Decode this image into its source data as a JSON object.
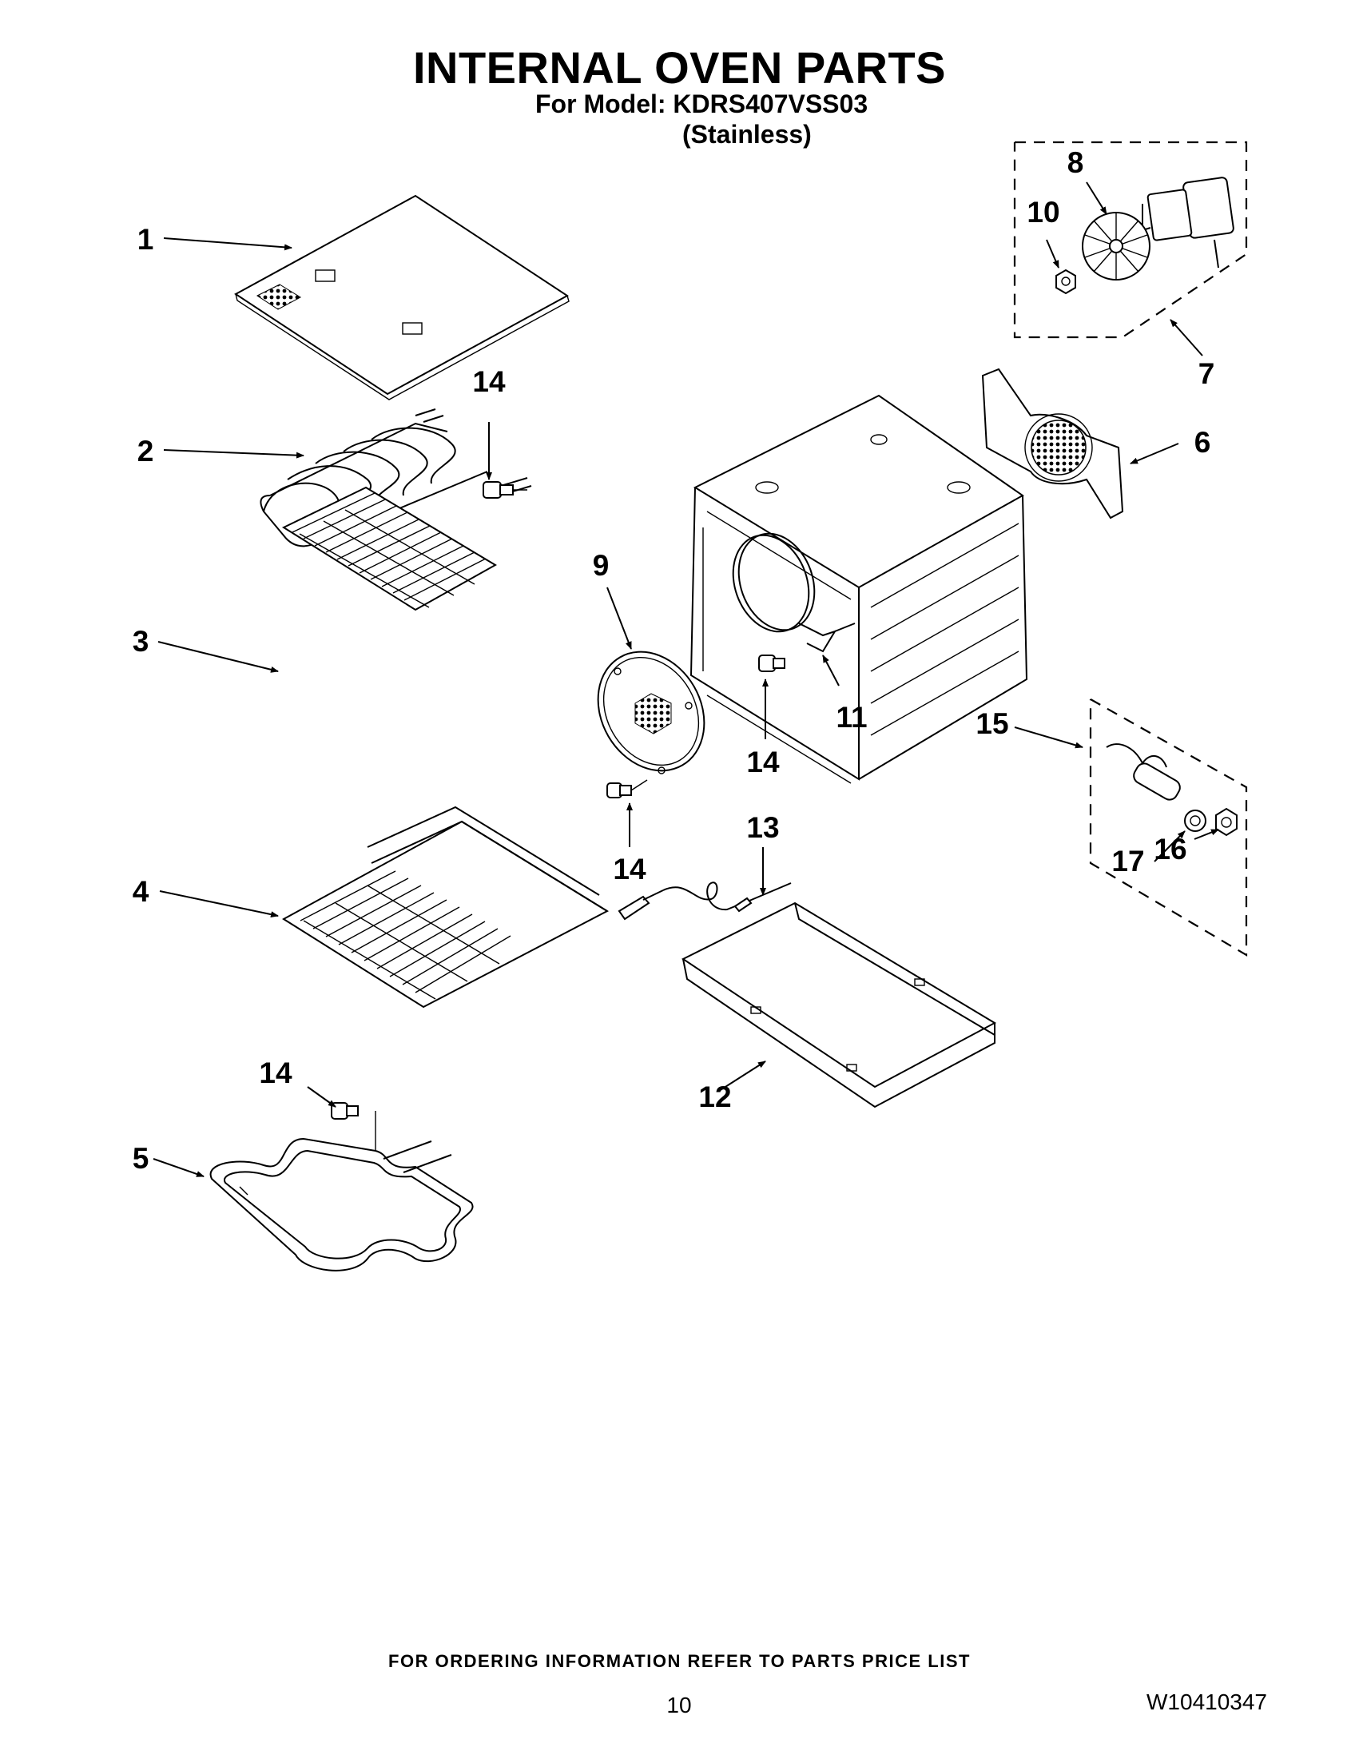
{
  "header": {
    "title": "INTERNAL OVEN PARTS",
    "model_line": "For Model: KDRS407VSS03",
    "variant": "(Stainless)"
  },
  "callouts": [
    "1",
    "2",
    "3",
    "4",
    "5",
    "6",
    "7",
    "8",
    "9",
    "10",
    "11",
    "12",
    "13",
    "14",
    "14",
    "14",
    "14",
    "15",
    "16",
    "17"
  ],
  "footer": {
    "ordering_note": "FOR ORDERING INFORMATION REFER TO PARTS PRICE LIST",
    "page_number": "10",
    "document_number": "W10410347"
  }
}
